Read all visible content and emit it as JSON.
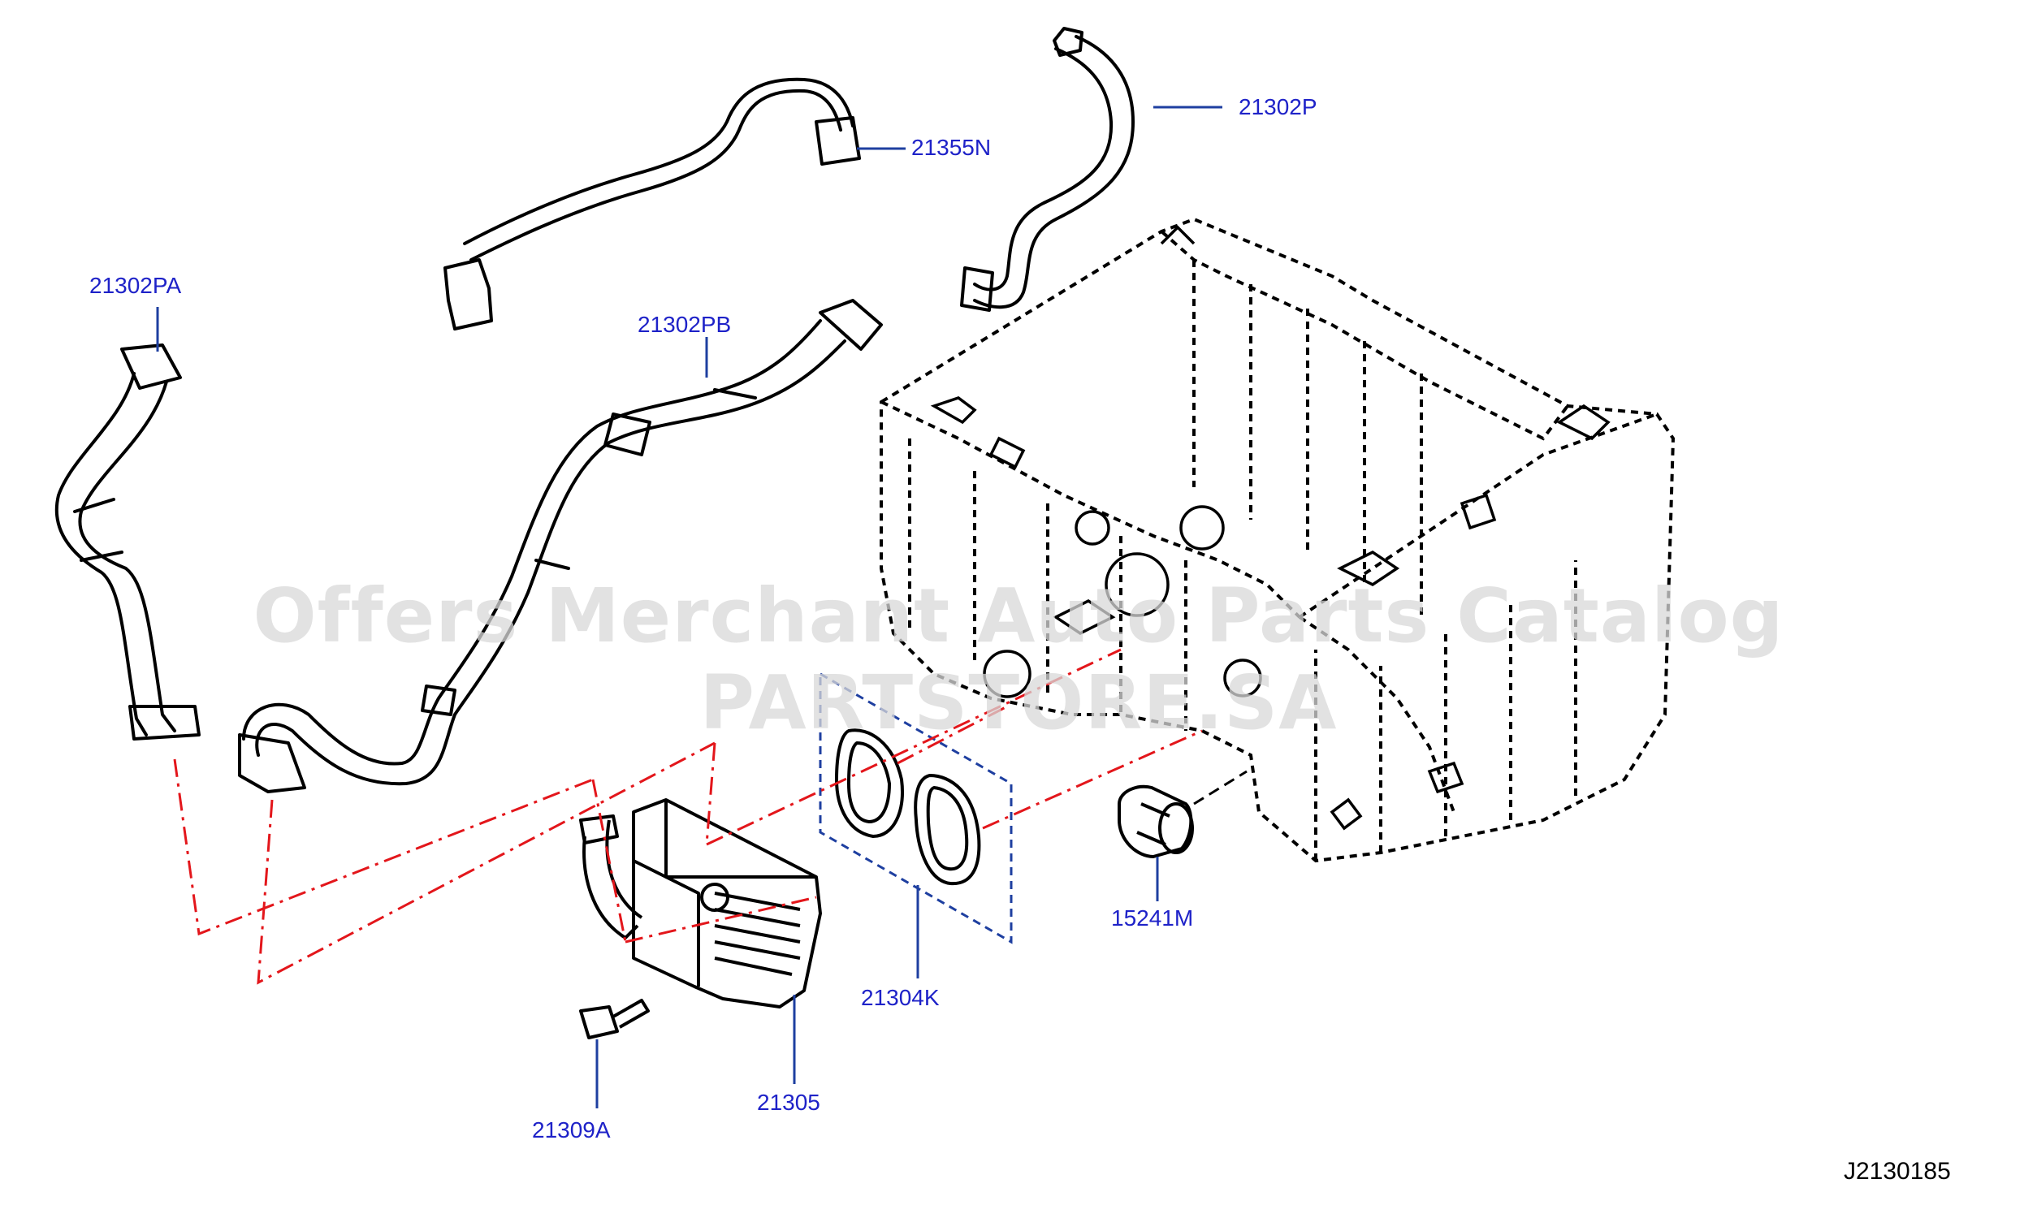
{
  "diagram": {
    "watermark": "Offers Merchant Auto Parts Catalog PARTSTORE.SA",
    "document_id": "J2130185",
    "part_labels": {
      "hose_21302P": "21302P",
      "hose_21355N": "21355N",
      "hose_21302PA": "21302PA",
      "hose_21302PB": "21302PB",
      "gasket_21304K": "21304K",
      "connector_15241M": "15241M",
      "cooler_21305": "21305",
      "bolt_21309A": "21309A"
    },
    "colors": {
      "label": "#1e22c8",
      "centerline": "#e3161b",
      "gasket_box": "#1e3fa0",
      "linework": "#000000"
    }
  }
}
